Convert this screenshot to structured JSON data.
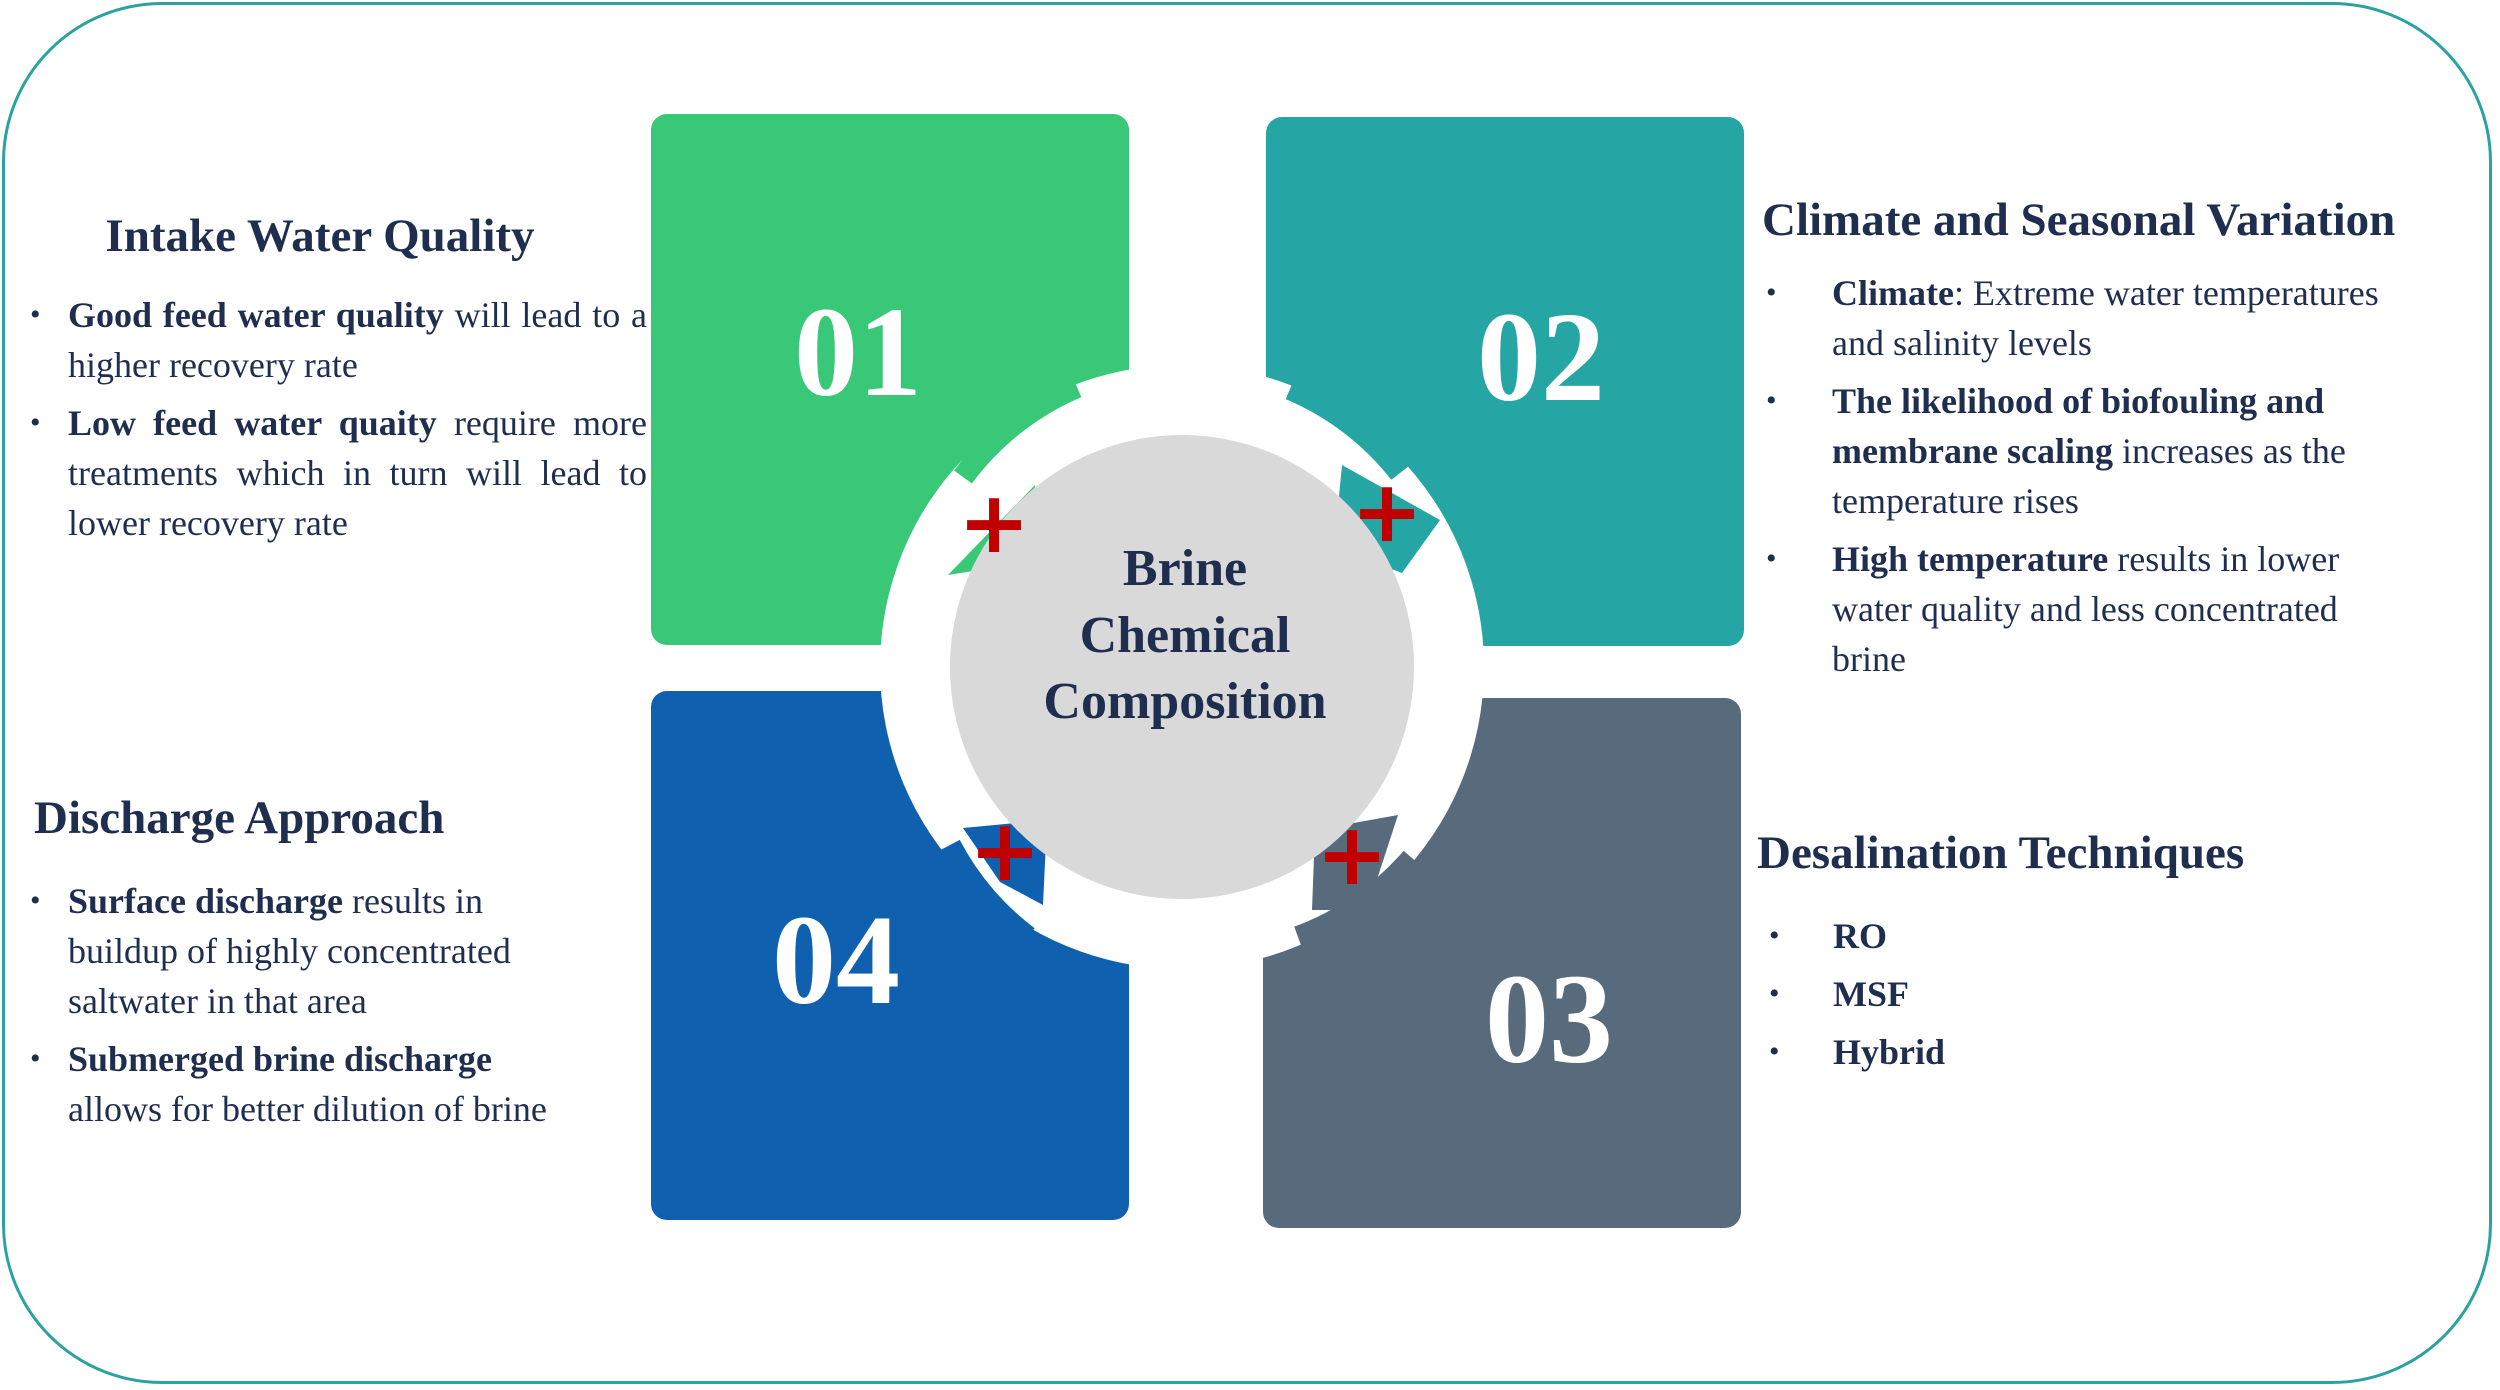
{
  "center": {
    "line1": "Brine",
    "line2": "Chemical",
    "line3": "Composition"
  },
  "quadrants": [
    {
      "number": "01",
      "color": "#38c878"
    },
    {
      "number": "02",
      "color": "#26a5a5"
    },
    {
      "number": "03",
      "color": "#586b7c"
    },
    {
      "number": "04",
      "color": "#1060b0"
    }
  ],
  "connector_symbol": "+",
  "blocks": {
    "intake": {
      "title": "Intake Water Quality",
      "bullets": [
        {
          "bold": "Good feed water quality",
          "text": " will lead to a higher recovery rate"
        },
        {
          "bold": "Low feed water quaity",
          "text": " require more treatments which in turn will lead to lower recovery rate"
        }
      ]
    },
    "climate": {
      "title": "Climate and Seasonal Variation",
      "bullets": [
        {
          "bold": "Climate",
          "text": ": Extreme water temperatures and salinity levels"
        },
        {
          "bold": "The likelihood of biofouling and membrane scaling",
          "text": " increases as the temperature rises"
        },
        {
          "bold": "High temperature",
          "text": " results in lower water quality and less concentrated brine"
        }
      ]
    },
    "desalination": {
      "title": "Desalination Techniques",
      "bullets": [
        {
          "bold": "RO",
          "text": ""
        },
        {
          "bold": "MSF",
          "text": ""
        },
        {
          "bold": "Hybrid",
          "text": ""
        }
      ]
    },
    "discharge": {
      "title": "Discharge Approach",
      "bullets": [
        {
          "bold": "Surface discharge",
          "text": " results in buildup of highly concentrated saltwater in that area"
        },
        {
          "bold": "Submerged brine discharge",
          "text": " allows for better dilution of brine"
        }
      ]
    }
  }
}
